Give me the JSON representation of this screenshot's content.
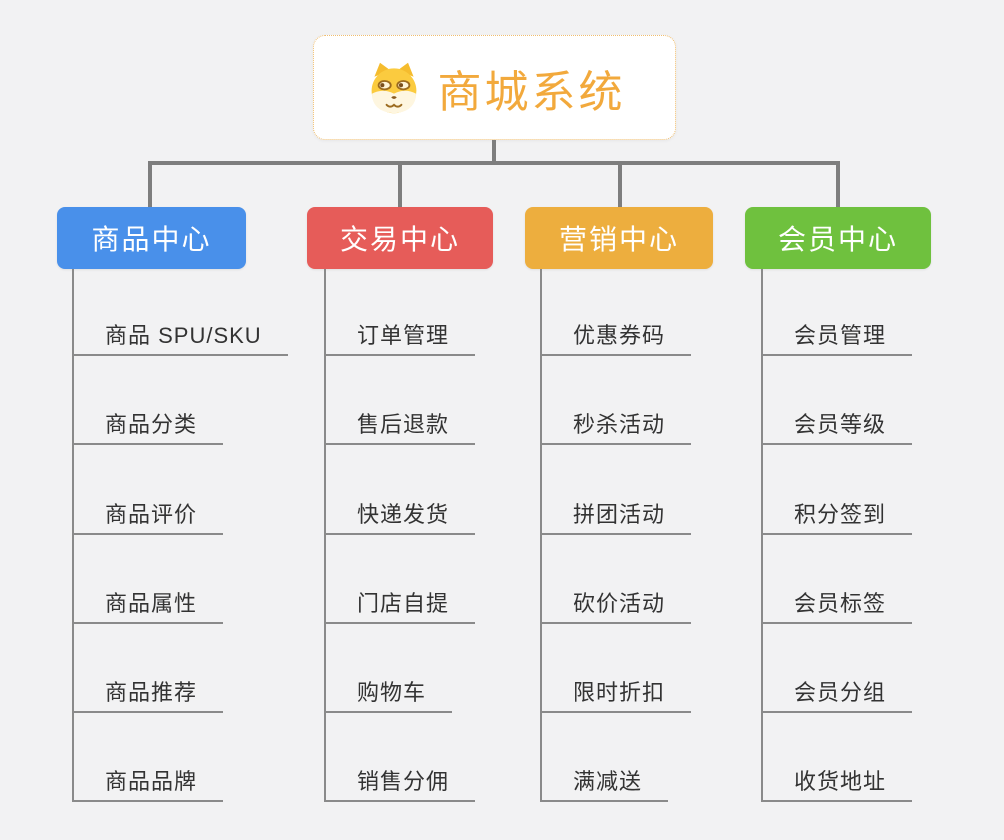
{
  "page": {
    "background_color": "#F2F2F3",
    "connector_color": "#7E7E7E",
    "leaf_line_color": "#8A8A8A"
  },
  "root": {
    "title": "商城系统",
    "icon": "doge-icon",
    "text_color": "#F2A93C",
    "border_color": "#F0BE6F",
    "background_color": "#FFFFFF"
  },
  "branches": [
    {
      "title": "商品中心",
      "color": "#4990EA",
      "items": [
        "商品 SPU/SKU",
        "商品分类",
        "商品评价",
        "商品属性",
        "商品推荐",
        "商品品牌"
      ]
    },
    {
      "title": "交易中心",
      "color": "#E65C59",
      "items": [
        "订单管理",
        "售后退款",
        "快递发货",
        "门店自提",
        "购物车",
        "销售分佣"
      ]
    },
    {
      "title": "营销中心",
      "color": "#EDAE3E",
      "items": [
        "优惠券码",
        "秒杀活动",
        "拼团活动",
        "砍价活动",
        "限时折扣",
        "满减送"
      ]
    },
    {
      "title": "会员中心",
      "color": "#6FC13E",
      "items": [
        "会员管理",
        "会员等级",
        "积分签到",
        "会员标签",
        "会员分组",
        "收货地址"
      ]
    }
  ]
}
